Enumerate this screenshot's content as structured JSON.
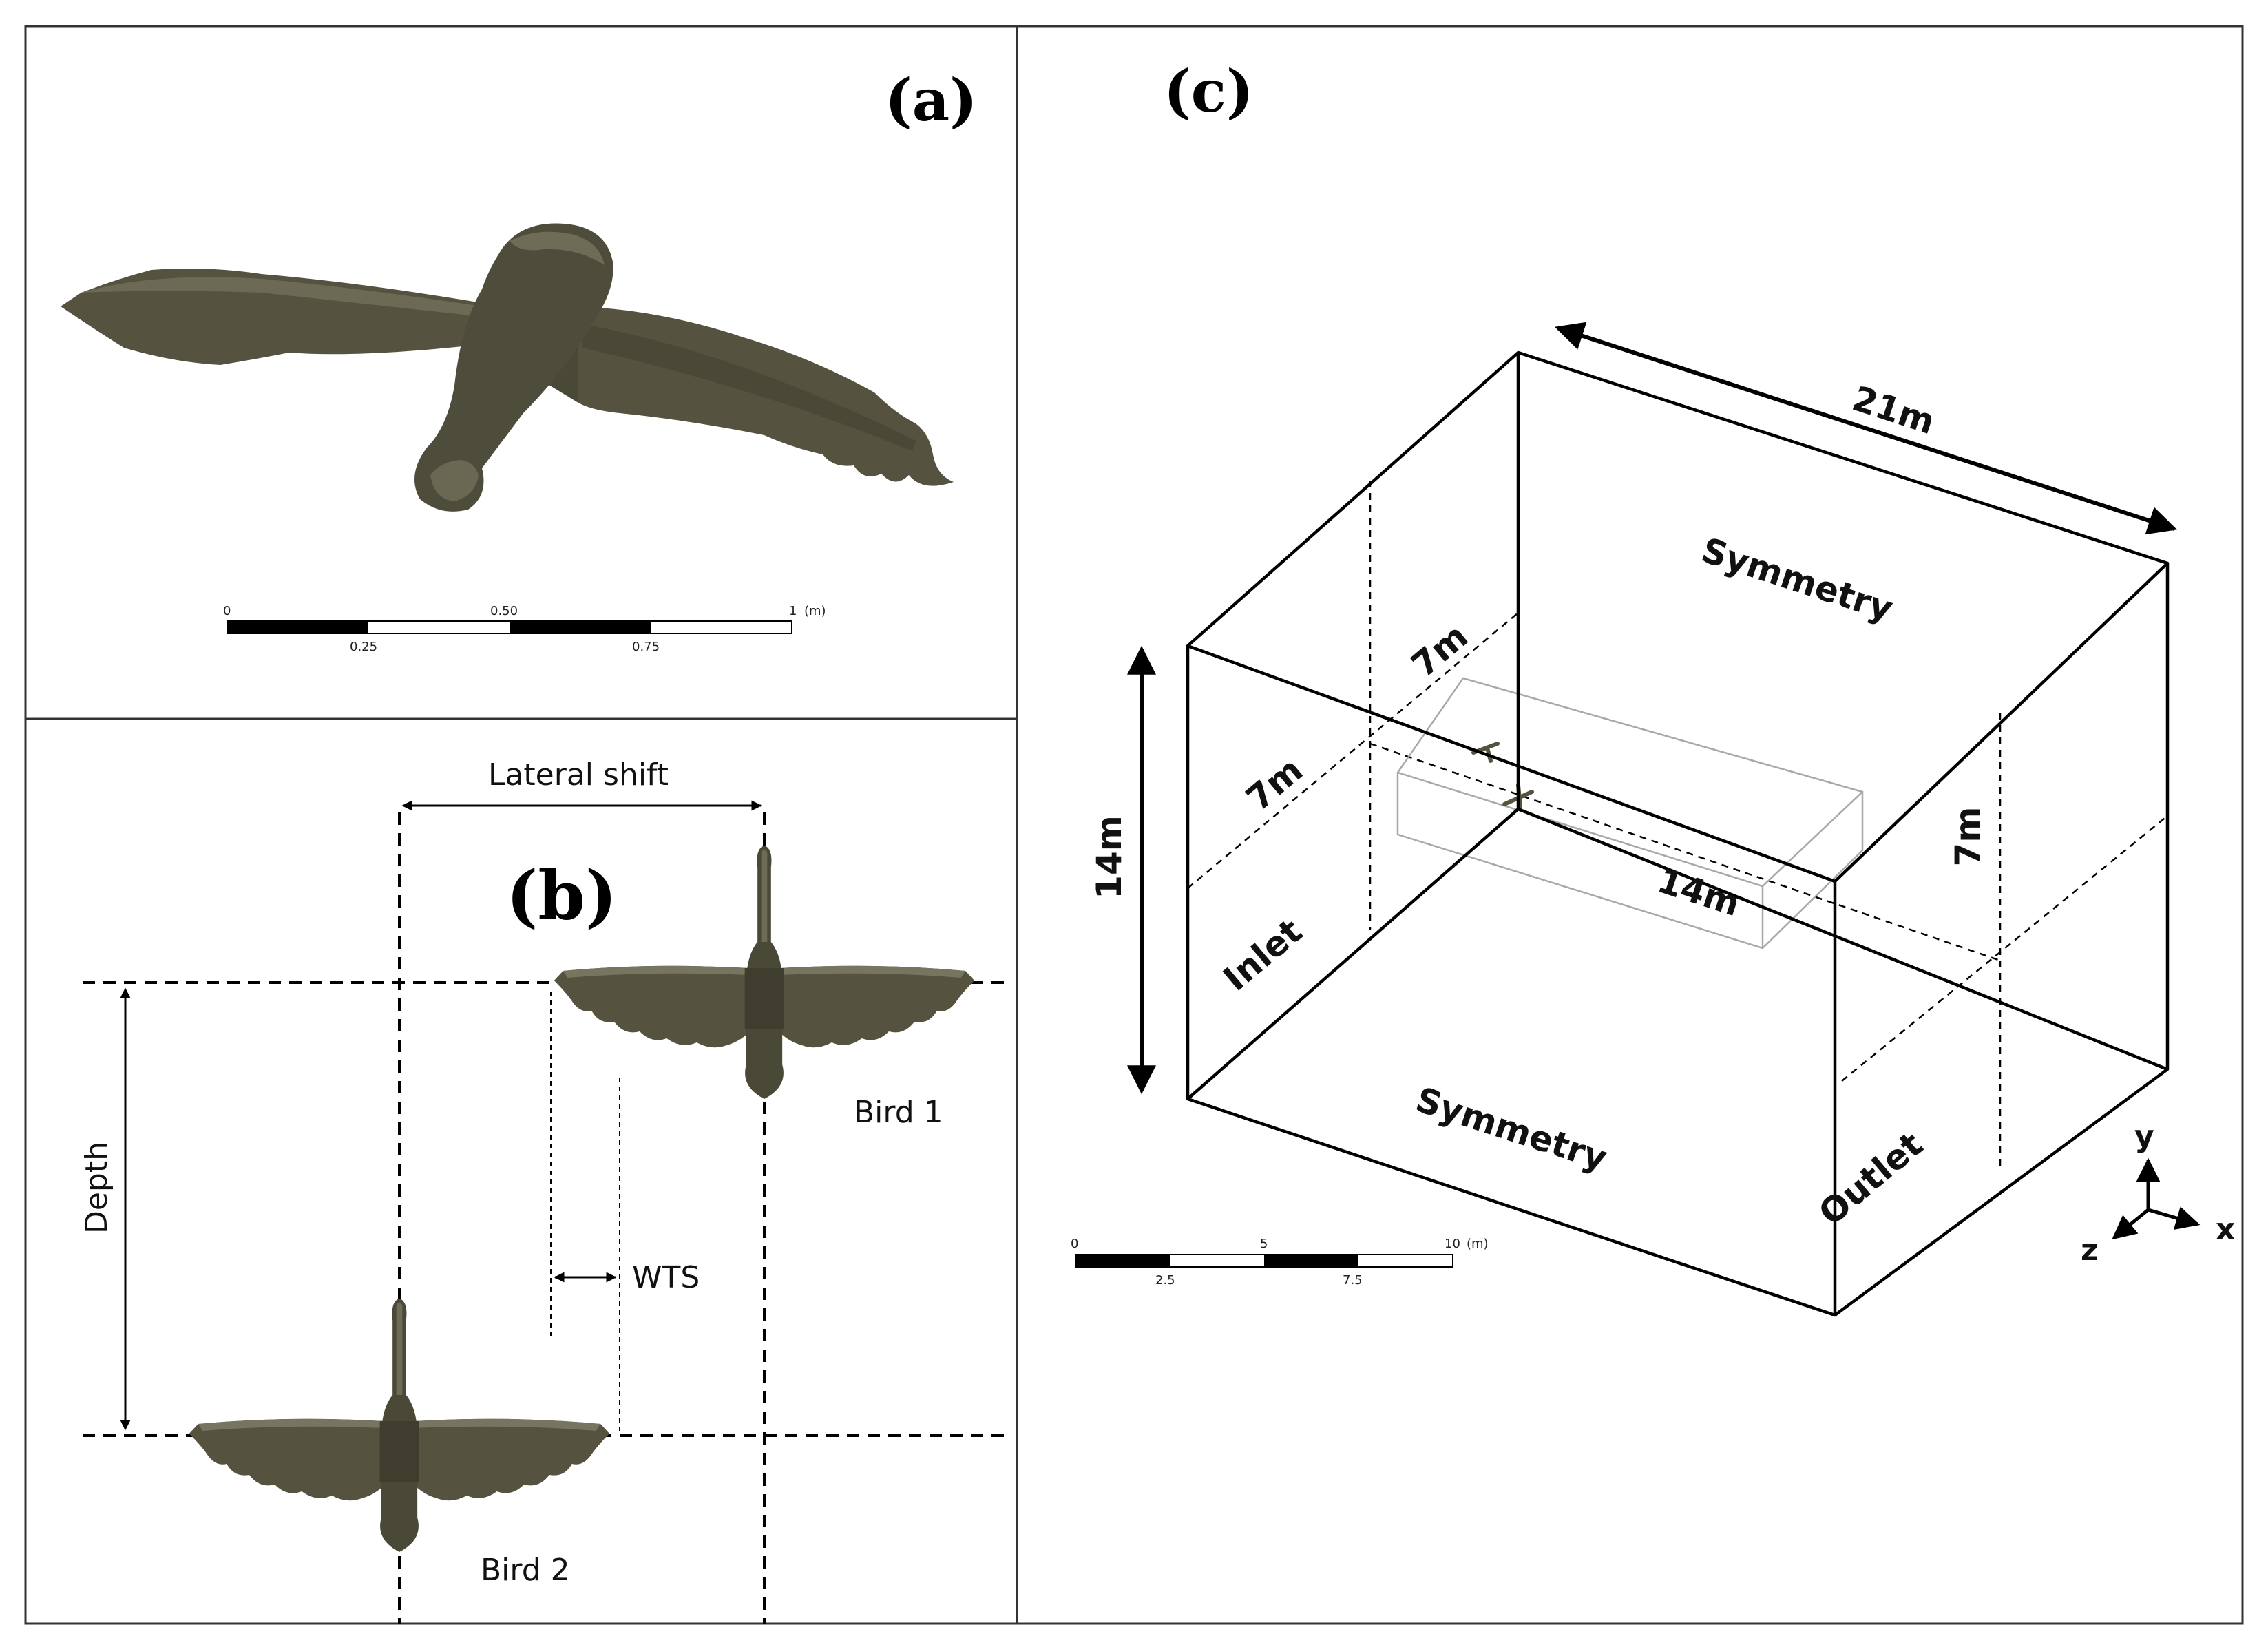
{
  "colors": {
    "bird_fill": "#55533f",
    "bird_dark": "#3e3d2e",
    "bird_light": "#77755f",
    "line": "#000000",
    "inner_box": "#a8a8a8",
    "border": "#333333"
  },
  "panel_a": {
    "label": "(a)",
    "scale": {
      "t0": "0",
      "t50": "0.50",
      "t100": "1",
      "unit": "(m)",
      "t25": "0.25",
      "t75": "0.75"
    }
  },
  "panel_b": {
    "label": "(b)",
    "lateral_shift": "Lateral shift",
    "depth": "Depth",
    "wts": "WTS",
    "bird1": "Bird 1",
    "bird2": "Bird 2"
  },
  "panel_c": {
    "label": "(c)",
    "dim_21m": "21m",
    "dim_14m_height": "14m",
    "dim_14m_inner": "14m",
    "dim_7m_top": "7m",
    "dim_7m_left": "7m",
    "dim_7m_right": "7m",
    "symmetry_top": "Symmetry",
    "symmetry_bottom": "Symmetry",
    "inlet": "Inlet",
    "outlet": "Outlet",
    "axis_x": "x",
    "axis_y": "y",
    "axis_z": "z",
    "scale": {
      "t0": "0",
      "t5": "5",
      "t10": "10",
      "unit": "(m)",
      "t25": "2.5",
      "t75": "7.5"
    }
  }
}
